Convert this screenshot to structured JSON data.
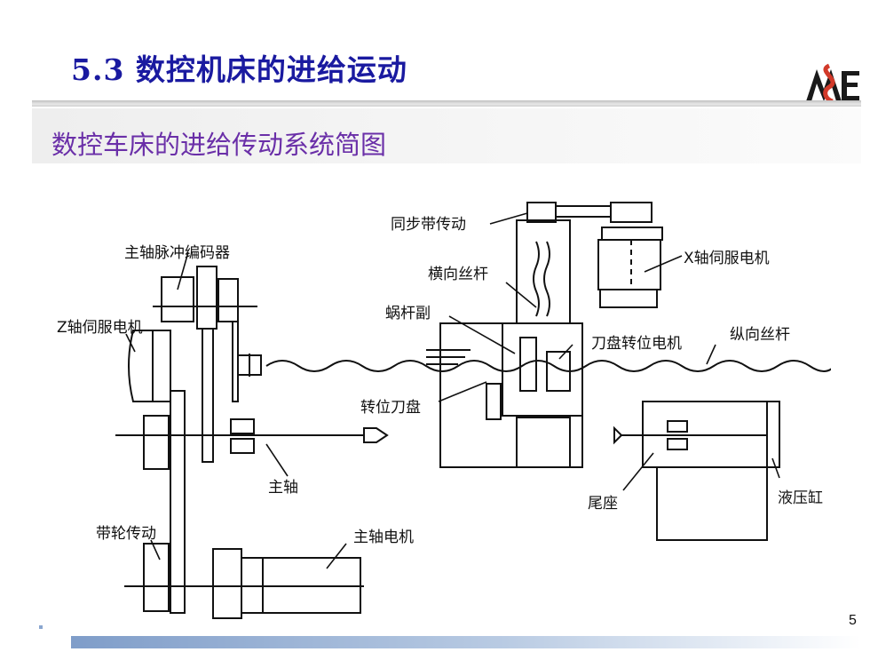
{
  "slide": {
    "title": "5.3  数控机床的进给运动",
    "subtitle": "数控车床的进给传动系统简图",
    "page_number": "5"
  },
  "logo": {
    "text": "MECH SCI&ENG"
  },
  "diagram": {
    "labels": {
      "tongbu": "同步带传动",
      "spindle_encoder": "主轴脉冲编码器",
      "x_servo": "X轴伺服电机",
      "cross_screw": "横向丝杆",
      "worm": "蜗杆副",
      "z_servo": "Z轴伺服电机",
      "turret_motor": "刀盘转位电机",
      "long_screw": "纵向丝杆",
      "turret": "转位刀盘",
      "spindle": "主轴",
      "tailstock": "尾座",
      "hydraulic": "液压缸",
      "belt": "带轮传动",
      "spindle_motor": "主轴电机"
    }
  },
  "colors": {
    "title": "#1a1aa0",
    "subtitle": "#6a2fa8",
    "line": "#111111"
  }
}
